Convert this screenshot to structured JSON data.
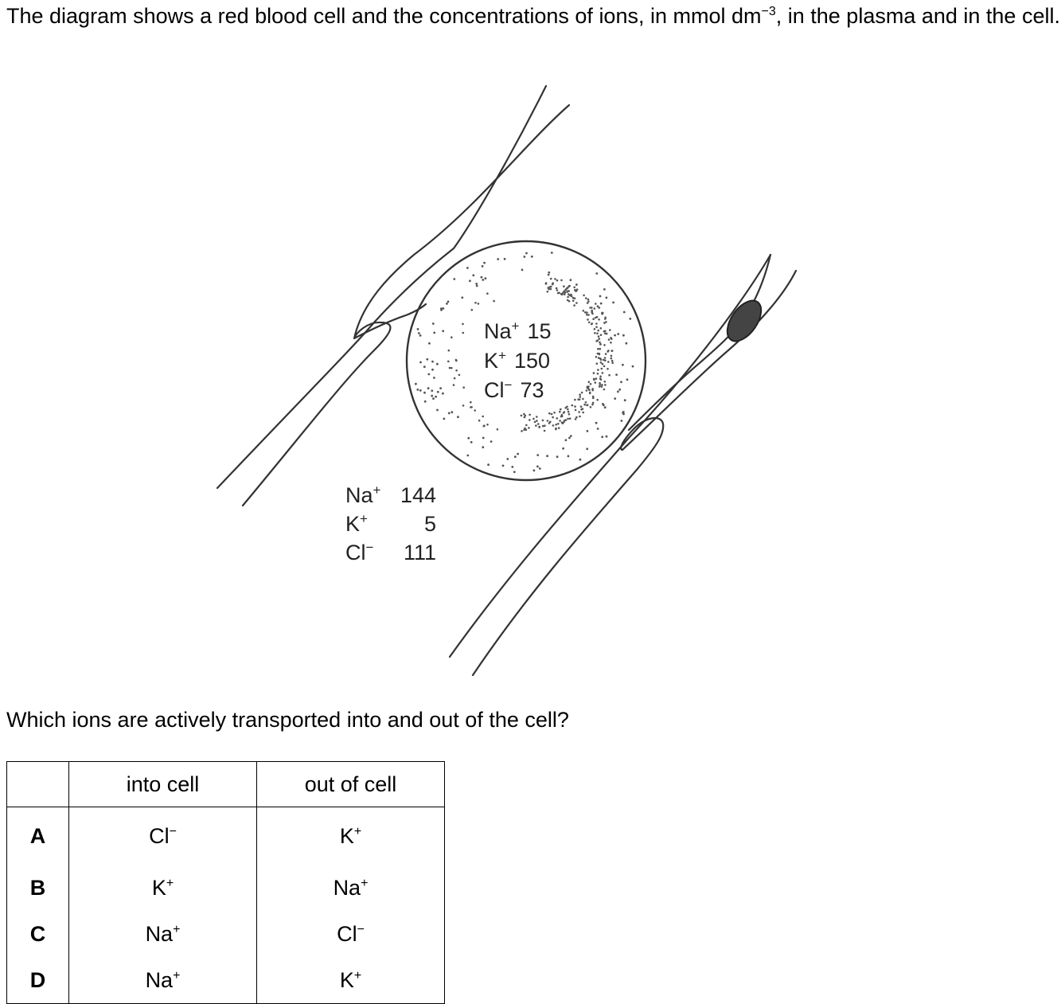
{
  "intro": {
    "part1": "The diagram shows a red blood cell and the concentrations of ions, in mmol dm",
    "exponent": "−3",
    "part2": ", in the plasma and in the cell."
  },
  "diagram": {
    "cell_ions": [
      {
        "symbol": "Na",
        "charge": "+",
        "value": "15"
      },
      {
        "symbol": "K",
        "charge": "+",
        "value": "150"
      },
      {
        "symbol": "Cl",
        "charge": "−",
        "value": "73"
      }
    ],
    "plasma_ions": [
      {
        "symbol": "Na",
        "charge": "+",
        "value": "144"
      },
      {
        "symbol": "K",
        "charge": "+",
        "value": "5"
      },
      {
        "symbol": "Cl",
        "charge": "−",
        "value": "111"
      }
    ]
  },
  "question": "Which ions are actively transported into and out of the cell?",
  "table": {
    "headers": [
      "",
      "into cell",
      "out of cell"
    ],
    "rows": [
      {
        "key": "A",
        "into": "Cl",
        "into_charge": "−",
        "out": "K",
        "out_charge": "+"
      },
      {
        "key": "B",
        "into": "K",
        "into_charge": "+",
        "out": "Na",
        "out_charge": "+"
      },
      {
        "key": "C",
        "into": "Na",
        "into_charge": "+",
        "out": "Cl",
        "out_charge": "−"
      },
      {
        "key": "D",
        "into": "Na",
        "into_charge": "+",
        "out": "K",
        "out_charge": "+"
      }
    ]
  }
}
